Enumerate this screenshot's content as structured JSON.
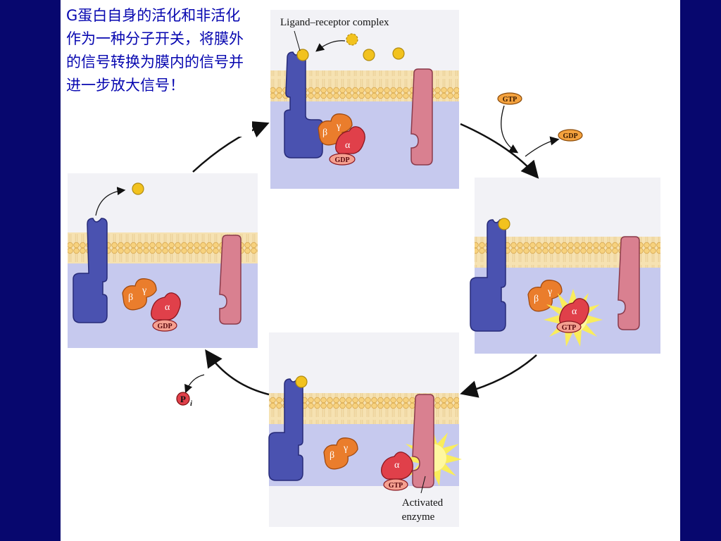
{
  "note": {
    "text": "G蛋白自身的活化和非活化作为一种分子开关，将膜外的信号转换为膜内的信号并进一步放大信号！"
  },
  "labels": {
    "ligand_receptor_complex": "Ligand–receptor complex",
    "activated_enzyme_line1": "Activated",
    "activated_enzyme_line2": "enzyme",
    "gtp": "GTP",
    "gdp": "GDP",
    "beta": "β",
    "gamma": "γ",
    "alpha": "α",
    "pi": "P",
    "pi_sub": "i"
  },
  "colors": {
    "background": "#07076e",
    "note_text": "#0707b0",
    "receptor": "#4a52b0",
    "enzyme": "#d98090",
    "beta_gamma": "#ea7d2c",
    "alpha": "#e0404a",
    "ligand": "#f2c21e",
    "membrane": "#f3d9a0",
    "cytoplasm": "#c6c9ee",
    "gtp_glow": "#fff04a"
  }
}
